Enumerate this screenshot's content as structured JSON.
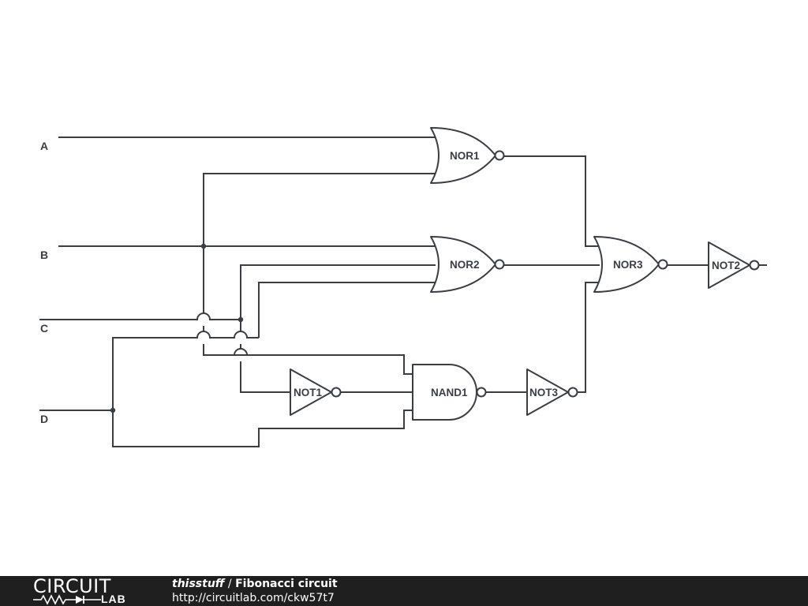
{
  "inputs": {
    "a": "A",
    "b": "B",
    "c": "C",
    "d": "D"
  },
  "gates": {
    "nor1": "NOR1",
    "nor2": "NOR2",
    "nor3": "NOR3",
    "not1": "NOT1",
    "not2": "NOT2",
    "not3": "NOT3",
    "nand1": "NAND1"
  },
  "footer": {
    "logo_word": "CIRCUIT",
    "logo_sub": "LAB",
    "author": "thisstuff",
    "separator": "/",
    "title": "Fibonacci circuit",
    "url": "http://circuitlab.com/ckw57t7"
  }
}
